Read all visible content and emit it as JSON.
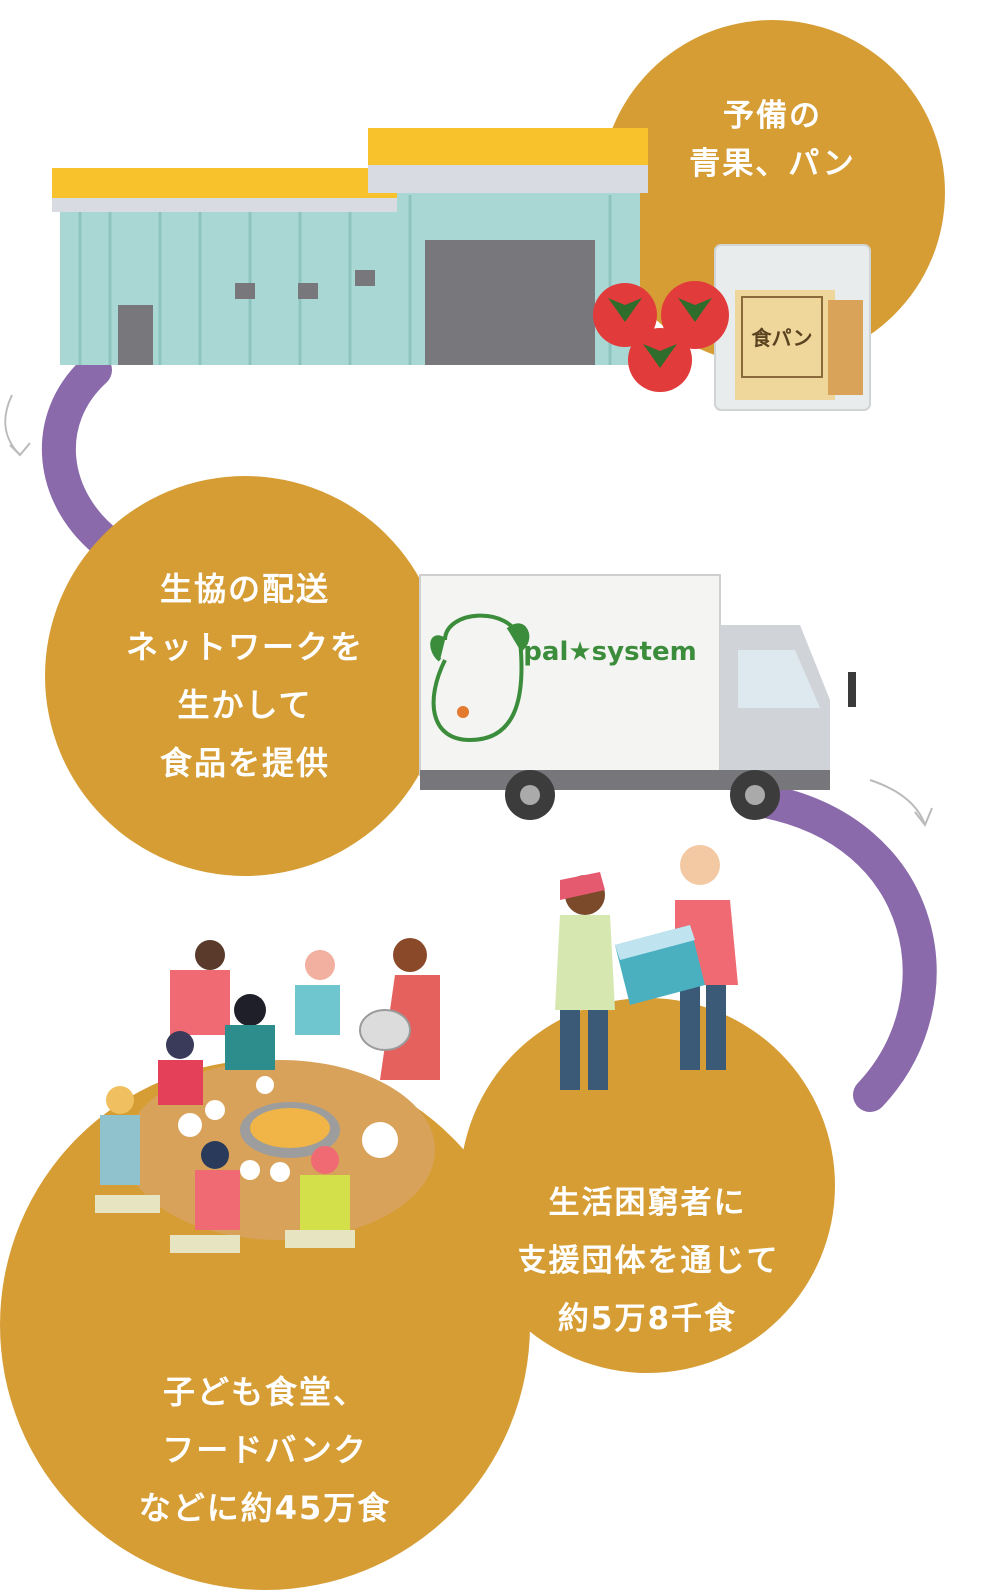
{
  "colors": {
    "gold": "#d69d35",
    "purple": "#8a6aaa",
    "roof_yellow": "#f7c22c",
    "wall_teal": "#a9d8d4",
    "truck_green": "#3b8d3b"
  },
  "steps": [
    {
      "lines": [
        "予備の",
        "青果、パン"
      ]
    },
    {
      "lines": [
        "生協の配送",
        "ネットワークを",
        "生かして",
        "食品を提供"
      ]
    },
    {
      "lines": [
        "生活困窮者に",
        "支援団体を通じて",
        "約5万8千食"
      ]
    },
    {
      "lines": [
        "子ども食堂、",
        "フードバンク",
        "などに約45万食"
      ]
    }
  ],
  "truck": {
    "brand": "pal★system"
  },
  "bread_bag": {
    "label": "食パン"
  },
  "icons": [
    "warehouse-illustration",
    "tomato-icon",
    "bread-bag-icon",
    "delivery-truck-illustration",
    "volunteers-illustration",
    "kids-cafeteria-illustration"
  ]
}
